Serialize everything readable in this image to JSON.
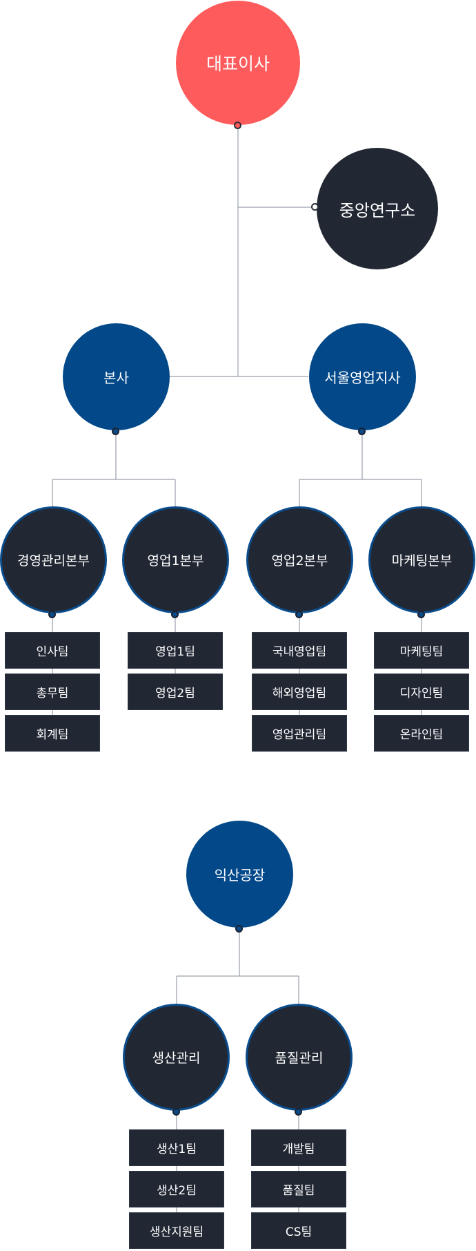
{
  "ceo": "대표이사",
  "lab": "중앙연구소",
  "divisions": {
    "hq": "본사",
    "seoul": "서울영업지사",
    "iksan": "익산공장"
  },
  "departments": {
    "mgmt": {
      "name": "경영관리본부",
      "teams": [
        "인사팀",
        "총무팀",
        "회계팀"
      ]
    },
    "sales1": {
      "name": "영업1본부",
      "teams": [
        "영업1팀",
        "영업2팀"
      ]
    },
    "sales2": {
      "name": "영업2본부",
      "teams": [
        "국내영업팀",
        "해외영업팀",
        "영업관리팀"
      ]
    },
    "marketing": {
      "name": "마케팅본부",
      "teams": [
        "마케팅팀",
        "디자인팀",
        "온라인팀"
      ]
    },
    "production": {
      "name": "생산관리",
      "teams": [
        "생산1팀",
        "생산2팀",
        "생산지원팀"
      ]
    },
    "quality": {
      "name": "품질관리",
      "teams": [
        "개발팀",
        "품질팀",
        "CS팀"
      ]
    }
  },
  "colors": {
    "ceo": "#fe5b5c",
    "division": "#03498a",
    "dark": "#212733",
    "line": "#9aa0aa"
  }
}
